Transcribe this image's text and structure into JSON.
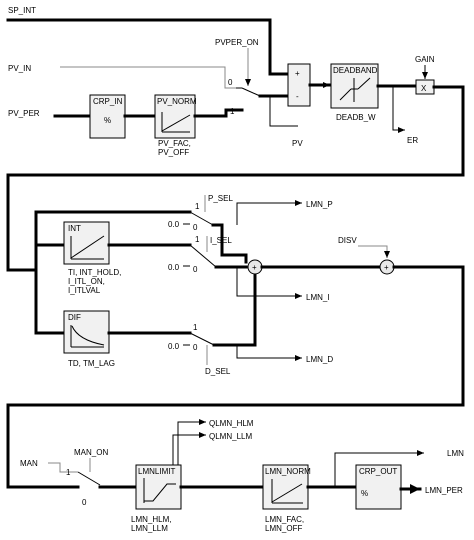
{
  "inputs": {
    "sp_int": "SP_INT",
    "pv_in": "PV_IN",
    "pv_per": "PV_PER",
    "disv": "DISV",
    "man": "MAN"
  },
  "switches": {
    "pvper_on": "PVPER_ON",
    "p_sel": "P_SEL",
    "i_sel": "I_SEL",
    "d_sel": "D_SEL",
    "man_on": "MAN_ON"
  },
  "blocks": {
    "crp_in": {
      "title": "CRP_IN",
      "symbol": "%"
    },
    "pv_norm": {
      "title": "PV_NORM",
      "params": [
        "PV_FAC,",
        "PV_OFF"
      ]
    },
    "deadband": {
      "title": "DEADBAND",
      "param": "DEADB_W"
    },
    "gain": {
      "label": "GAIN",
      "symbol": "X"
    },
    "int": {
      "title": "INT",
      "params": [
        "TI, INT_HOLD,",
        "I_ITL_ON,",
        "I_ITLVAL"
      ]
    },
    "dif": {
      "title": "DIF",
      "params": [
        "TD, TM_LAG"
      ]
    },
    "lmnlimit": {
      "title": "LMNLIMIT",
      "params": [
        "LMN_HLM,",
        "LMN_LLM"
      ]
    },
    "lmn_norm": {
      "title": "LMN_NORM",
      "params": [
        "LMN_FAC,",
        "LMN_OFF"
      ]
    },
    "crp_out": {
      "title": "CRP_OUT",
      "symbol": "%"
    }
  },
  "outputs": {
    "pv": "PV",
    "er": "ER",
    "lmn_p": "LMN_P",
    "lmn_i": "LMN_I",
    "lmn_d": "LMN_D",
    "qlmn_hlm": "QLMN_HLM",
    "qlmn_llm": "QLMN_LLM",
    "lmn": "LMN",
    "lmn_per": "LMN_PER"
  },
  "switch_values": {
    "zero": "0",
    "one": "1",
    "zero_real": "0.0"
  },
  "sum_symbols": {
    "plus": "+",
    "minus": "-"
  }
}
